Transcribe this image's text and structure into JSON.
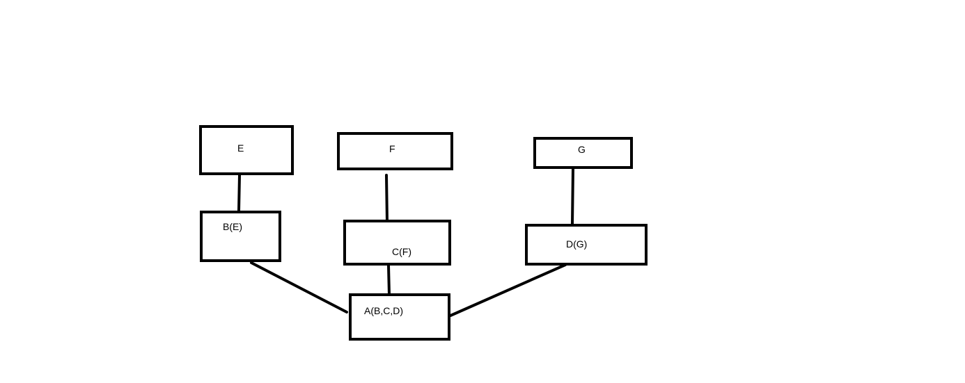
{
  "diagram": {
    "nodes": {
      "e": {
        "label": "E"
      },
      "f": {
        "label": "F"
      },
      "g": {
        "label": "G"
      },
      "b": {
        "label": "B(E)"
      },
      "c": {
        "label": "C(F)"
      },
      "d": {
        "label": "D(G)"
      },
      "a": {
        "label": "A(B,C,D)"
      }
    },
    "edges": [
      {
        "from": "e",
        "to": "b"
      },
      {
        "from": "f",
        "to": "c"
      },
      {
        "from": "g",
        "to": "d"
      },
      {
        "from": "b",
        "to": "a"
      },
      {
        "from": "c",
        "to": "a"
      },
      {
        "from": "d",
        "to": "a"
      }
    ],
    "colors": {
      "stroke": "#000000",
      "background": "#ffffff"
    }
  }
}
